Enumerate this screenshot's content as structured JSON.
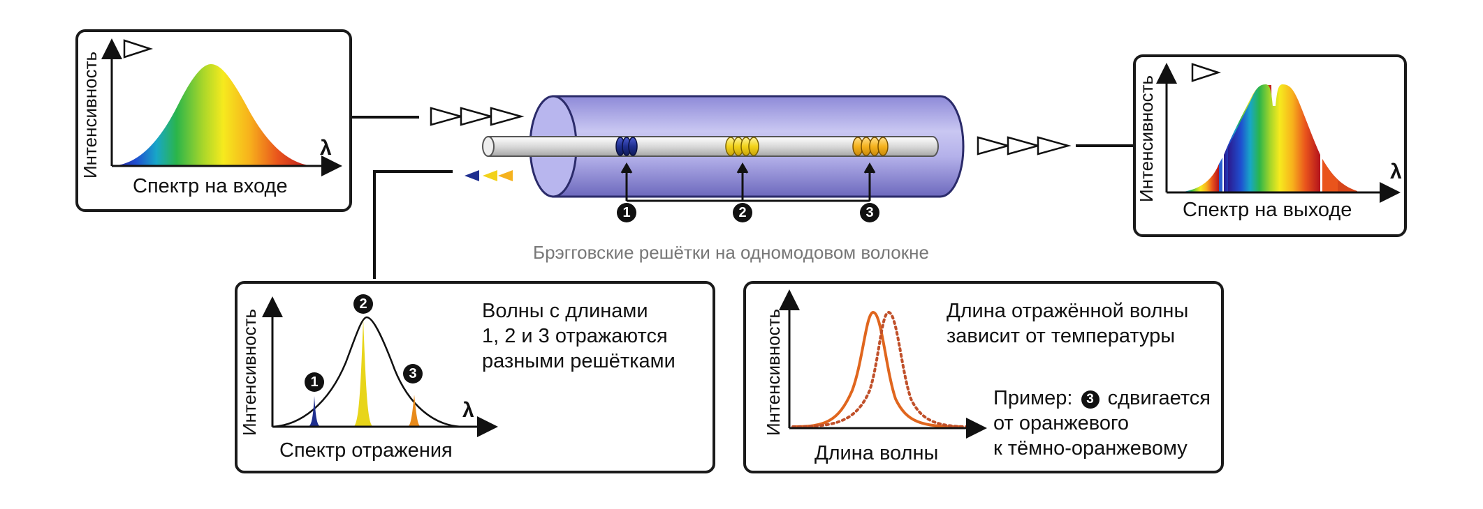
{
  "input_panel": {
    "axis_y": "Интенсивность",
    "axis_x": "λ",
    "caption": "Спектр на входе"
  },
  "output_panel": {
    "axis_y": "Интенсивность",
    "axis_x": "λ",
    "caption": "Спектр на выходе"
  },
  "fiber": {
    "caption": "Брэгговские решётки на одномодовом волокне",
    "gratings": [
      {
        "label": "1",
        "color": "#1f2f8f"
      },
      {
        "label": "2",
        "color": "#f2d21a"
      },
      {
        "label": "3",
        "color": "#f5b21e"
      }
    ]
  },
  "reflection_panel": {
    "axis_y": "Интенсивность",
    "axis_x": "λ",
    "caption": "Спектр отражения",
    "peaks": [
      "1",
      "2",
      "3"
    ],
    "text_lines": [
      "Волны с длинами",
      "1, 2 и 3 отражаются",
      "разными решётками"
    ]
  },
  "temperature_panel": {
    "axis_y": "Интенсивность",
    "axis_x": "Длина волны",
    "text_lines": [
      "Длина отражённой волны",
      "зависит от температуры"
    ],
    "example_prefix": "Пример:",
    "example_marker": "3",
    "example_suffix": "сдвигается",
    "example_lines": [
      "от оранжевого",
      "к тёмно-оранжевому"
    ],
    "colors": {
      "solid": "#e0661e",
      "dotted": "#c0502a"
    }
  }
}
